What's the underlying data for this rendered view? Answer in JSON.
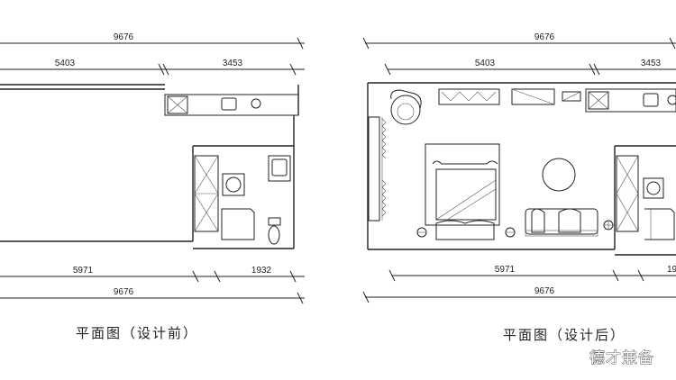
{
  "plan_before": {
    "caption": "平面图（设计前）",
    "dims_top_total": "9676",
    "dims_top_left": "5403",
    "dims_top_right": "3453",
    "dims_bottom_left": "5971",
    "dims_bottom_right": "1932",
    "dims_bottom_total": "9676"
  },
  "plan_after": {
    "caption": "平面图（设计后）",
    "dims_top_total": "9676",
    "dims_top_left": "5403",
    "dims_top_right": "3453",
    "dims_bottom_left": "5971",
    "dims_bottom_right": "19",
    "dims_bottom_total": "9676"
  },
  "watermark": "德才兼备"
}
